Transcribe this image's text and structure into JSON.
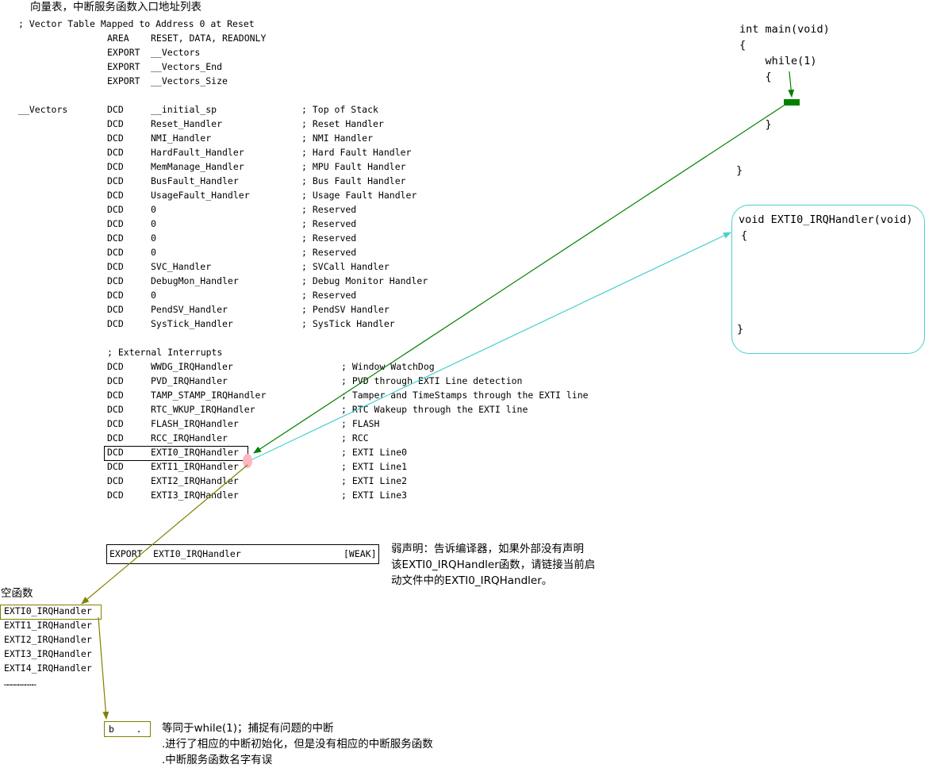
{
  "title": "向量表，中断服务函数入口地址列表",
  "header_lines": [
    {
      "col1": "; Vector Table Mapped to Address 0 at Reset",
      "col2": "",
      "col3": ""
    },
    {
      "col1": "",
      "col2": "AREA",
      "col3": "RESET, DATA, READONLY"
    },
    {
      "col1": "",
      "col2": "EXPORT",
      "col3": "__Vectors"
    },
    {
      "col1": "",
      "col2": "EXPORT",
      "col3": "__Vectors_End"
    },
    {
      "col1": "",
      "col2": "EXPORT",
      "col3": "__Vectors_Size"
    }
  ],
  "vectors_label": "__Vectors",
  "core_vectors": [
    {
      "dcd": "DCD",
      "handler": "__initial_sp",
      "comment": "; Top of Stack"
    },
    {
      "dcd": "DCD",
      "handler": "Reset_Handler",
      "comment": "; Reset Handler"
    },
    {
      "dcd": "DCD",
      "handler": "NMI_Handler",
      "comment": "; NMI Handler"
    },
    {
      "dcd": "DCD",
      "handler": "HardFault_Handler",
      "comment": "; Hard Fault Handler"
    },
    {
      "dcd": "DCD",
      "handler": "MemManage_Handler",
      "comment": "; MPU Fault Handler"
    },
    {
      "dcd": "DCD",
      "handler": "BusFault_Handler",
      "comment": "; Bus Fault Handler"
    },
    {
      "dcd": "DCD",
      "handler": "UsageFault_Handler",
      "comment": "; Usage Fault Handler"
    },
    {
      "dcd": "DCD",
      "handler": "0",
      "comment": "; Reserved"
    },
    {
      "dcd": "DCD",
      "handler": "0",
      "comment": "; Reserved"
    },
    {
      "dcd": "DCD",
      "handler": "0",
      "comment": "; Reserved"
    },
    {
      "dcd": "DCD",
      "handler": "0",
      "comment": "; Reserved"
    },
    {
      "dcd": "DCD",
      "handler": "SVC_Handler",
      "comment": "; SVCall Handler"
    },
    {
      "dcd": "DCD",
      "handler": "DebugMon_Handler",
      "comment": "; Debug Monitor Handler"
    },
    {
      "dcd": "DCD",
      "handler": "0",
      "comment": "; Reserved"
    },
    {
      "dcd": "DCD",
      "handler": "PendSV_Handler",
      "comment": "; PendSV Handler"
    },
    {
      "dcd": "DCD",
      "handler": "SysTick_Handler",
      "comment": "; SysTick Handler"
    }
  ],
  "ext_header": "; External Interrupts",
  "ext_vectors": [
    {
      "dcd": "DCD",
      "handler": "WWDG_IRQHandler",
      "comment": "; Window WatchDog"
    },
    {
      "dcd": "DCD",
      "handler": "PVD_IRQHandler",
      "comment": "; PVD through EXTI Line detection"
    },
    {
      "dcd": "DCD",
      "handler": "TAMP_STAMP_IRQHandler",
      "comment": "; Tamper and TimeStamps through the EXTI line"
    },
    {
      "dcd": "DCD",
      "handler": "RTC_WKUP_IRQHandler",
      "comment": "; RTC Wakeup through the EXTI line"
    },
    {
      "dcd": "DCD",
      "handler": "FLASH_IRQHandler",
      "comment": "; FLASH"
    },
    {
      "dcd": "DCD",
      "handler": "RCC_IRQHandler",
      "comment": "; RCC"
    },
    {
      "dcd": "DCD",
      "handler": "EXTI0_IRQHandler",
      "comment": "; EXTI Line0"
    },
    {
      "dcd": "DCD",
      "handler": "EXTI1_IRQHandler",
      "comment": "; EXTI Line1"
    },
    {
      "dcd": "DCD",
      "handler": "EXTI2_IRQHandler",
      "comment": "; EXTI Line2"
    },
    {
      "dcd": "DCD",
      "handler": "EXTI3_IRQHandler",
      "comment": "; EXTI Line3"
    }
  ],
  "weak_export": {
    "keyword": "EXPORT",
    "name": "EXTI0_IRQHandler",
    "attr": "[WEAK]"
  },
  "weak_note": [
    "弱声明：告诉编译器，如果外部没有声明",
    "该EXTI0_IRQHandler函数，请链接当前启",
    "动文件中的EXTI0_IRQHandler。"
  ],
  "empty_label": "空函数",
  "empty_handlers": [
    "EXTI0_IRQHandler",
    "EXTI1_IRQHandler",
    "EXTI2_IRQHandler",
    "EXTI3_IRQHandler",
    "EXTI4_IRQHandler"
  ],
  "ellipsis": "………………………",
  "branch_box": "b    .",
  "branch_note": [
    "等同于while(1)；捕捉有问题的中断",
    ".进行了相应的中断初始化，但是没有相应的中断服务函数",
    ".中断服务函数名字有误"
  ],
  "main_code": [
    "int main(void)",
    "{",
    "    while(1)",
    "    {",
    "",
    "",
    "    }",
    "",
    "",
    "}"
  ],
  "irq_code": [
    "void EXTI0_IRQHandler(void)",
    "{",
    "",
    "",
    "",
    "",
    "",
    "}"
  ],
  "colors": {
    "green": "#008000",
    "cyan": "#48d1cc",
    "olive": "#808000",
    "pink": "#ffb6c1"
  }
}
